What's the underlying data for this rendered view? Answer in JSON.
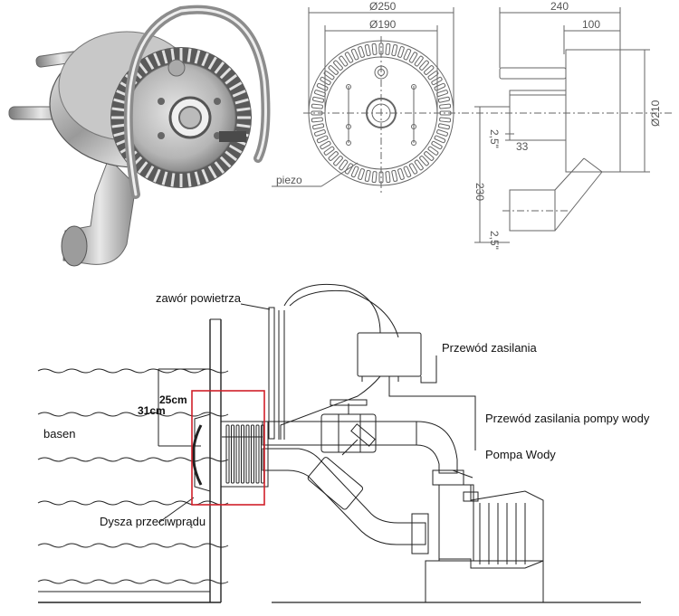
{
  "photo": {
    "subject": "stainless-steel counter-current jet unit with curved grab rail"
  },
  "drawing": {
    "dims": {
      "d250": "Ø250",
      "d190": "Ø190",
      "d210": "Ø210",
      "w240": "240",
      "w100": "100",
      "h230": "230",
      "s33": "33",
      "p1": "2,5\"",
      "p2": "2,5\""
    },
    "piezo": "piezo"
  },
  "install": {
    "labels": {
      "air_valve": "zawór powietrza",
      "power_cable": "Przewód zasilania",
      "pump_power_cable": "Przewód zasilania pompy wody",
      "pump": "Pompa Wody",
      "pool": "basen",
      "nozzle": "Dysza przeciwprądu",
      "depth_25": "25cm",
      "depth_31": "31cm"
    },
    "colors": {
      "highlight": "#d0202a"
    }
  }
}
